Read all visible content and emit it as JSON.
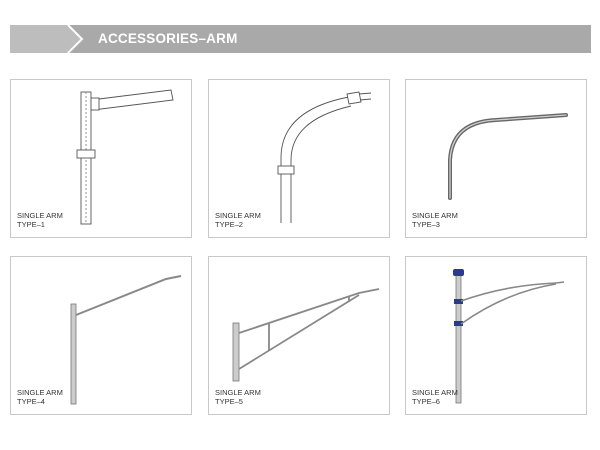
{
  "header": {
    "title": "ACCESSORIES–ARM"
  },
  "colors": {
    "banner": "#a9a9a9",
    "title_text": "#ffffff",
    "card_border": "#c8c8c8",
    "accent_blue": "#2a3a8c"
  },
  "arms": [
    {
      "line1": "SINGLE ARM",
      "line2": "TYPE–1",
      "icon": "straight-arm-with-sleeve-icon"
    },
    {
      "line1": "SINGLE ARM",
      "line2": "TYPE–2",
      "icon": "curved-arm-with-sleeve-icon"
    },
    {
      "line1": "SINGLE ARM",
      "line2": "TYPE–3",
      "icon": "curved-pipe-arm-icon"
    },
    {
      "line1": "SINGLE ARM",
      "line2": "TYPE–4",
      "icon": "pole-with-angled-arm-icon"
    },
    {
      "line1": "SINGLE ARM",
      "line2": "TYPE–5",
      "icon": "truss-arm-icon"
    },
    {
      "line1": "SINGLE ARM",
      "line2": "TYPE–6",
      "icon": "double-bracket-arm-icon"
    }
  ]
}
